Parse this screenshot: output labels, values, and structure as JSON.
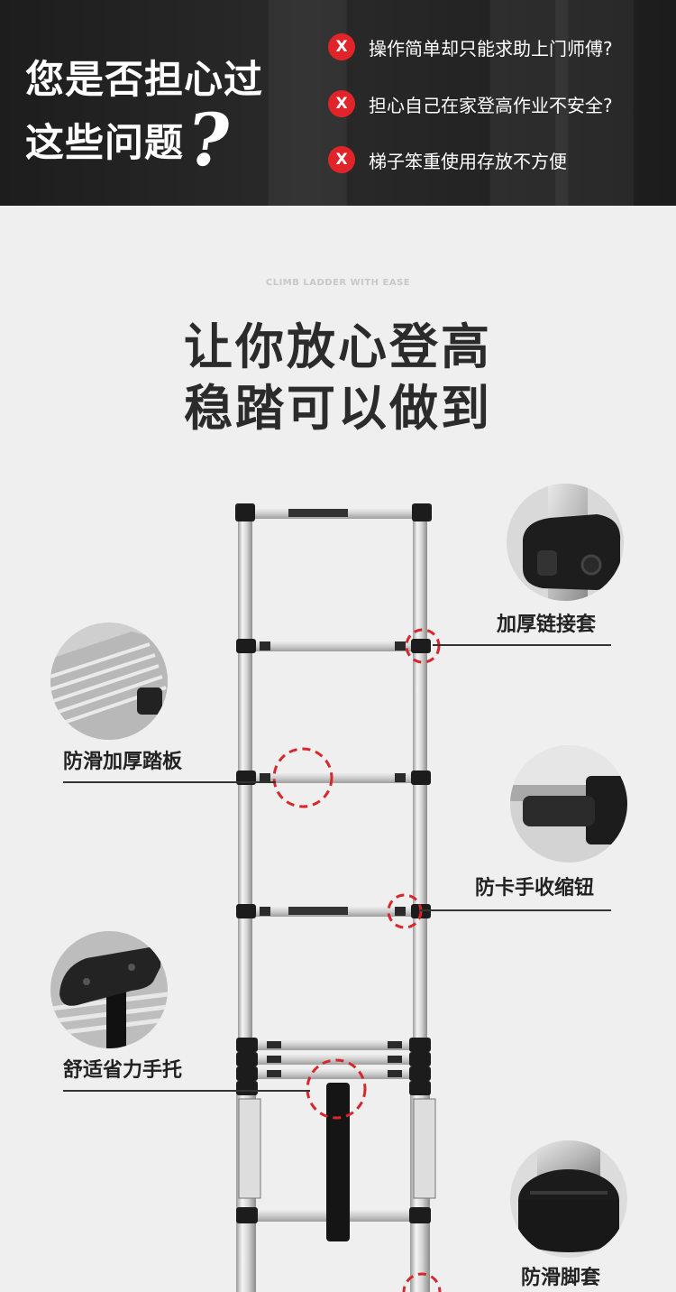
{
  "header": {
    "title_line1": "您是否担心过",
    "title_line2": "这些问题",
    "question_mark": "?",
    "issues": [
      {
        "icon": "x-icon",
        "mark": "X",
        "text": "操作简单却只能求助上门师傅?"
      },
      {
        "icon": "x-icon",
        "mark": "X",
        "text": "担心自己在家登高作业不安全?"
      },
      {
        "icon": "x-icon",
        "mark": "X",
        "text": "梯子笨重使用存放不方便"
      }
    ]
  },
  "main": {
    "eyebrow": "CLIMB LADDER WITH EASE",
    "headline_line1": "让你放心登高",
    "headline_line2": "稳踏可以做到"
  },
  "features": {
    "hinge_cover": "加厚链接套",
    "anti_slip_step": "防滑加厚踏板",
    "anti_pinch_button": "防卡手收缩钮",
    "hand_grip": "舒适省力手托",
    "foot_cover": "防滑脚套"
  },
  "colors": {
    "accent_red": "#e0242a",
    "header_bg": "#1d1d1d",
    "page_bg": "#efefef"
  }
}
